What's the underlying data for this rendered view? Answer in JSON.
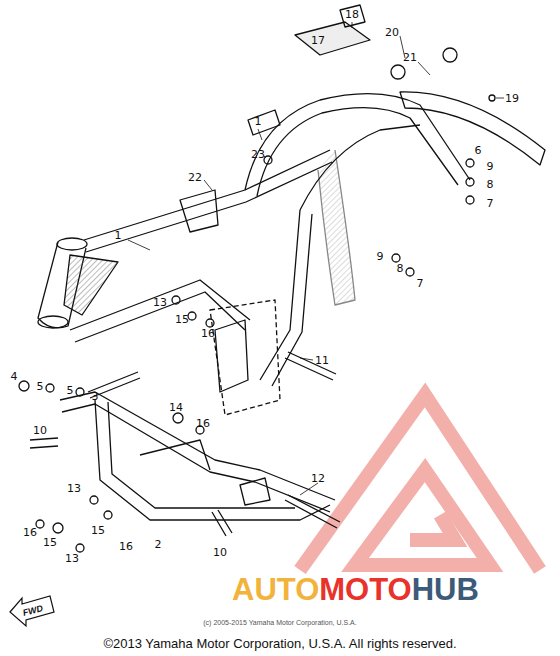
{
  "diagram": {
    "caption": "©2013 Yamaha Motor Corporation, U.S.A. All rights reserved.",
    "labels": [
      "18",
      "17",
      "20",
      "21",
      "19",
      "1",
      "6",
      "9",
      "8",
      "7",
      "23",
      "22",
      "9",
      "8",
      "7",
      "1",
      "13",
      "15",
      "16",
      "11",
      "4",
      "5",
      "5",
      "3",
      "10",
      "14",
      "16",
      "12",
      "13",
      "16",
      "15",
      "13",
      "15",
      "16",
      "2",
      "10",
      "(c) 2005-2015 Yamaha Motor Corporation, U.S.A.",
      "FWD",
      "AUTO",
      "MOTO",
      "HUB"
    ]
  }
}
